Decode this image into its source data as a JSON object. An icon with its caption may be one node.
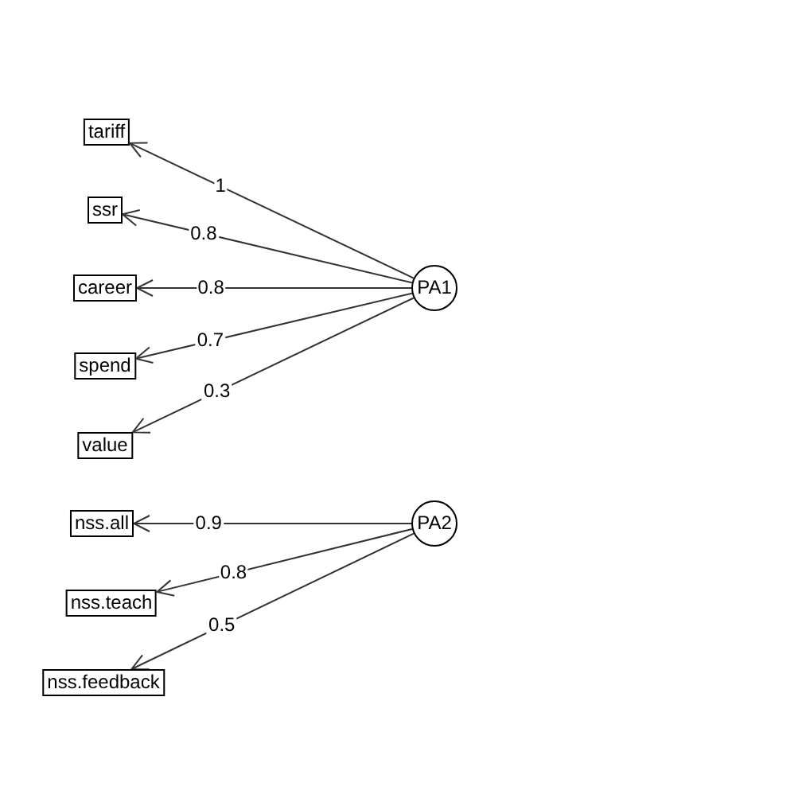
{
  "diagram": {
    "nodes": [
      {
        "text": [
          "tariff"
        ]
      },
      {
        "text": [
          "ssr"
        ]
      },
      {
        "text": [
          "career"
        ]
      },
      {
        "text": [
          "spend"
        ]
      },
      {
        "text": [
          "value"
        ]
      },
      {
        "text": [
          "PA1"
        ]
      },
      {
        "text": [
          "nss.all"
        ]
      },
      {
        "text": [
          "nss.teach"
        ]
      },
      {
        "text": [
          "nss.feedback"
        ]
      },
      {
        "text": [
          "PA2"
        ]
      }
    ],
    "edges": [
      {
        "from": 5,
        "to": 0,
        "arrow": "to",
        "label": "1"
      },
      {
        "from": 5,
        "to": 1,
        "arrow": "to",
        "label": "0.8"
      },
      {
        "from": 5,
        "to": 2,
        "arrow": "to",
        "label": "0.8"
      },
      {
        "from": 5,
        "to": 3,
        "arrow": "to",
        "label": "0.7"
      },
      {
        "from": 5,
        "to": 4,
        "arrow": "to",
        "label": "0.3"
      },
      {
        "from": 9,
        "to": 6,
        "arrow": "to",
        "label": "0.9"
      },
      {
        "from": 9,
        "to": 7,
        "arrow": "to",
        "label": "0.8"
      },
      {
        "from": 9,
        "to": 8,
        "arrow": "to",
        "label": "0.5"
      }
    ]
  }
}
